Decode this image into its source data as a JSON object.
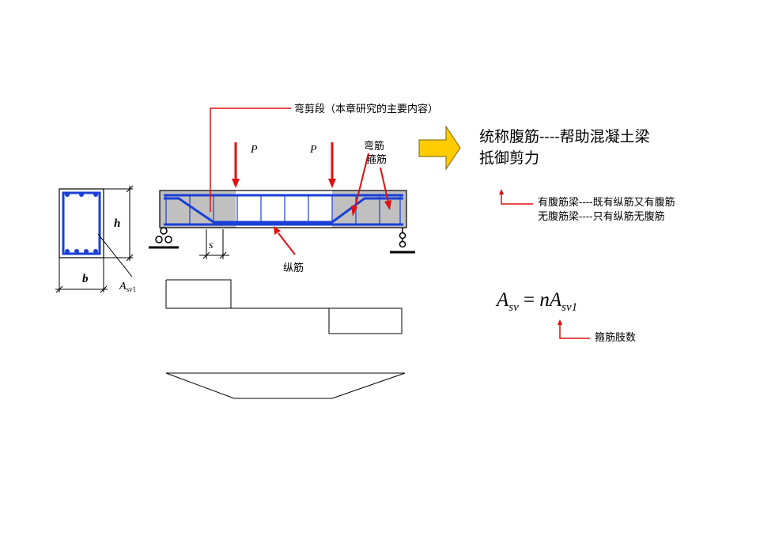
{
  "labels": {
    "bend_shear_segment": "弯剪段（本章研究的主要内容）",
    "load_p1": "P",
    "load_p2": "P",
    "bent_bar": "弯筋",
    "stirrup": "箍筋",
    "longitudinal_bar": "纵筋",
    "spacing": "s",
    "height": "h",
    "width": "b",
    "stirrup_area_base": "A",
    "stirrup_area_sub": "sv1"
  },
  "notes": {
    "web_reinforcement_line1": "统称腹筋----帮助混凝土梁",
    "web_reinforcement_line2": "抵御剪力",
    "with_web": "有腹筋梁----既有纵筋又有腹筋",
    "without_web": "无腹筋梁----只有纵筋无腹筋",
    "legs_note": "箍筋肢数"
  },
  "formula": {
    "lhs_base": "A",
    "lhs_sub": "sv",
    "equals": "=",
    "rhs_n": "n",
    "rhs_base": "A",
    "rhs_sub": "sv1"
  },
  "colors": {
    "rebar": "#1a3fd6",
    "arrow_red": "#e01010",
    "shaded_zone": "#c0c0c0",
    "callout_arrow": "#ffcc00"
  }
}
